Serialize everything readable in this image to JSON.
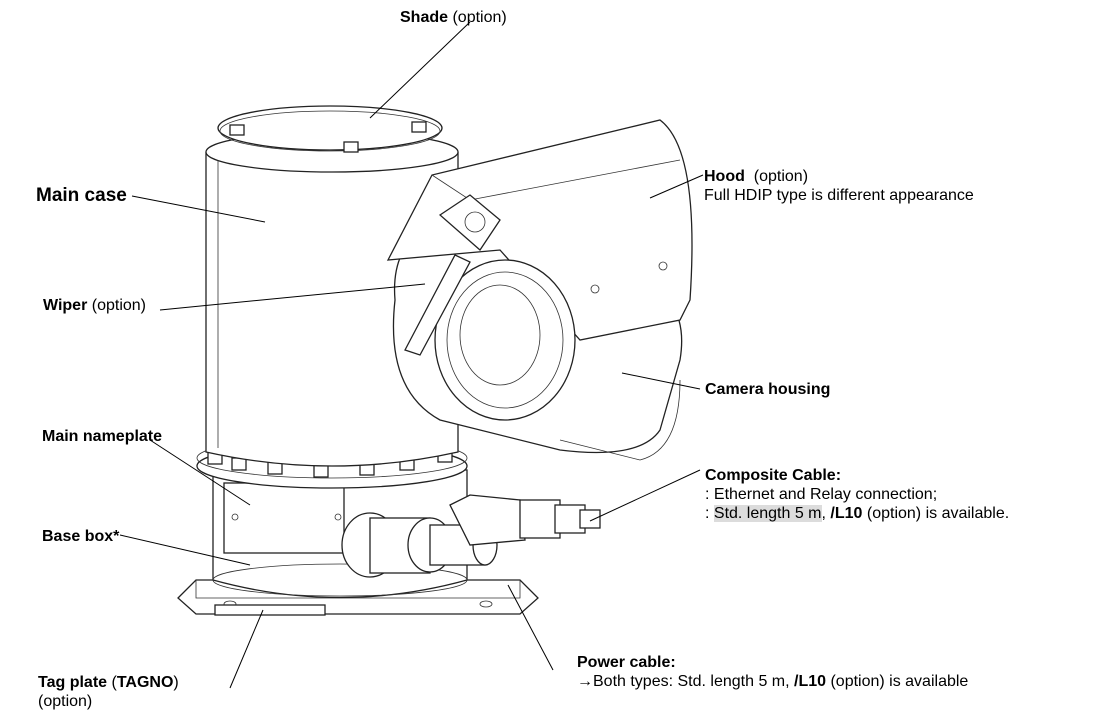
{
  "labels": {
    "shade": {
      "name": "Shade",
      "suffix": " (option)"
    },
    "main_case": {
      "name": "Main case"
    },
    "hood": {
      "name": "Hood",
      "suffix": "  (option)",
      "line2": "Full HDIP type is different appearance"
    },
    "wiper": {
      "name": "Wiper",
      "suffix": " (option)"
    },
    "camera_housing": {
      "name": "Camera housing"
    },
    "main_nameplate": {
      "name": "Main nameplate"
    },
    "composite_cable": {
      "name": "Composite Cable:",
      "line2": ": Ethernet and Relay connection;",
      "line3_prefix": ": ",
      "line3_highlight": "Std. length 5 m",
      "line3_sep": ", ",
      "line3_option": "/L10",
      "line3_suffix": " (option) is available."
    },
    "base_box": {
      "name": "Base box*"
    },
    "power_cable": {
      "name": "Power cable:",
      "line2_prefix": "→Both types: Std. length 5 m, ",
      "line2_option": "/L10",
      "line2_suffix": " (option) is available"
    },
    "tag_plate": {
      "name": "Tag plate",
      "paren_open": " (",
      "code": "TAGNO",
      "paren_close": ")",
      "line2": "(option)"
    }
  }
}
